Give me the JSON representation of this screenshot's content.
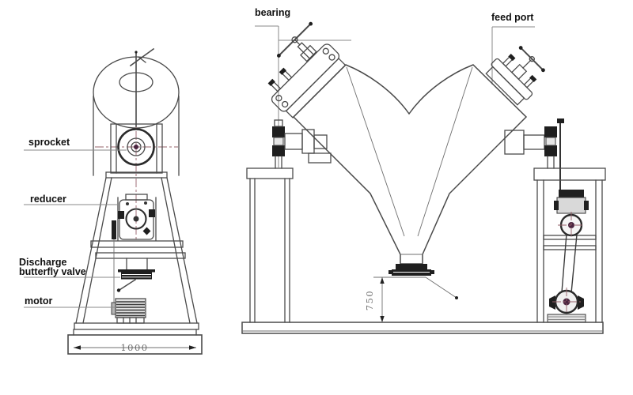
{
  "labels": {
    "bearing": "bearing",
    "feed_port": "feed port",
    "sprocket": "sprocket",
    "reducer": "reducer",
    "discharge_valve": {
      "line1": "Discharge",
      "line2": "butterfly valve"
    },
    "motor": "motor"
  },
  "dimensions": {
    "base_width": "1000",
    "discharge_height": "750"
  },
  "colors": {
    "background": "#ffffff",
    "line": "#4a4a4a",
    "dark_fill": "#1f1f1f",
    "centerline": "#96606a",
    "leader": "#8a8a8a",
    "label_text": "#101010",
    "dimension_text": "#6f6f6f"
  }
}
